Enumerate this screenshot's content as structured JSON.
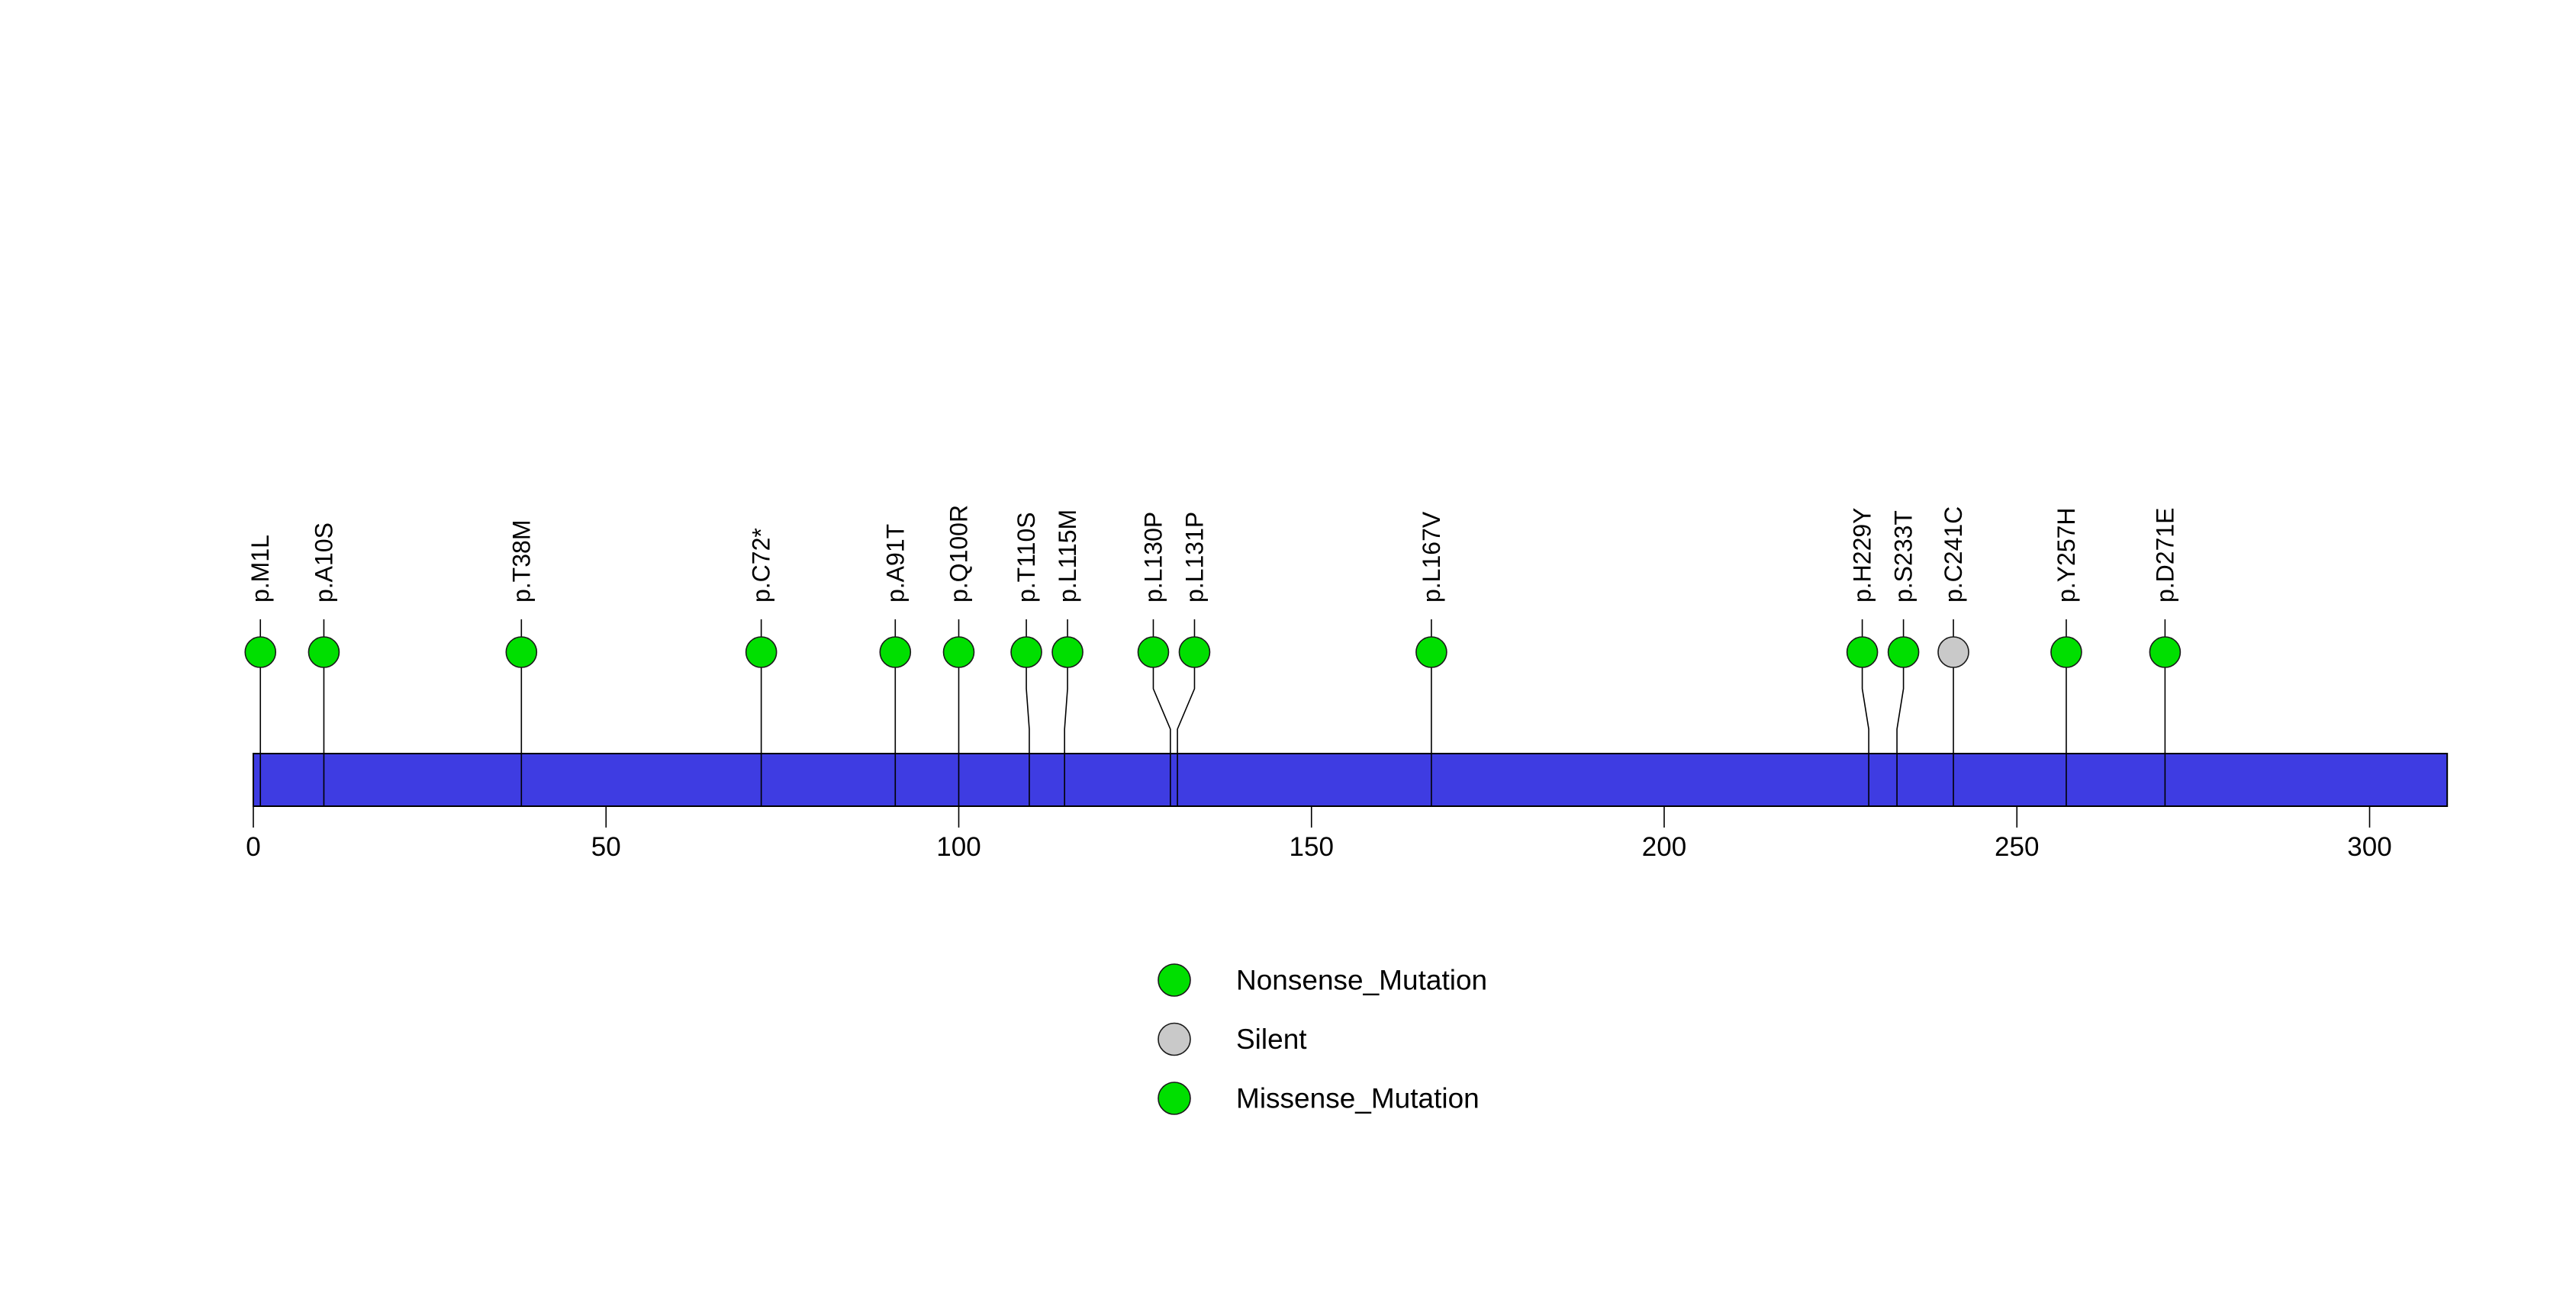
{
  "chart_data": {
    "type": "lollipop",
    "title": "",
    "xlabel": "",
    "ylabel": "",
    "axis": {
      "tick_values": [
        0,
        50,
        100,
        150,
        200,
        250,
        300
      ],
      "tick_labels": [
        "0",
        "50",
        "100",
        "150",
        "200",
        "250",
        "300"
      ],
      "min": 0,
      "max": 311,
      "grid": false
    },
    "protein_bar": {
      "start": 0,
      "end": 311,
      "fill_color": "#3E3CE2",
      "border_color": "#000000"
    },
    "mutations": [
      {
        "label": "p.M1L",
        "position": 1,
        "type": "Missense_Mutation",
        "color": "#00DF00"
      },
      {
        "label": "p.A10S",
        "position": 10,
        "type": "Missense_Mutation",
        "color": "#00DF00"
      },
      {
        "label": "p.T38M",
        "position": 38,
        "type": "Missense_Mutation",
        "color": "#00DF00"
      },
      {
        "label": "p.C72*",
        "position": 72,
        "type": "Nonsense_Mutation",
        "color": "#00DF00"
      },
      {
        "label": "p.A91T",
        "position": 91,
        "type": "Missense_Mutation",
        "color": "#00DF00"
      },
      {
        "label": "p.Q100R",
        "position": 100,
        "type": "Missense_Mutation",
        "color": "#00DF00"
      },
      {
        "label": "p.T110S",
        "position": 110,
        "type": "Missense_Mutation",
        "color": "#00DF00"
      },
      {
        "label": "p.L115M",
        "position": 115,
        "type": "Missense_Mutation",
        "color": "#00DF00"
      },
      {
        "label": "p.L130P",
        "position": 130,
        "type": "Missense_Mutation",
        "color": "#00DF00"
      },
      {
        "label": "p.L131P",
        "position": 131,
        "type": "Missense_Mutation",
        "color": "#00DF00"
      },
      {
        "label": "p.L167V",
        "position": 167,
        "type": "Missense_Mutation",
        "color": "#00DF00"
      },
      {
        "label": "p.H229Y",
        "position": 229,
        "type": "Missense_Mutation",
        "color": "#00DF00"
      },
      {
        "label": "p.S233T",
        "position": 233,
        "type": "Missense_Mutation",
        "color": "#00DF00"
      },
      {
        "label": "p.C241C",
        "position": 241,
        "type": "Silent",
        "color": "#C9C9C9"
      },
      {
        "label": "p.Y257H",
        "position": 257,
        "type": "Missense_Mutation",
        "color": "#00DF00"
      },
      {
        "label": "p.D271E",
        "position": 271,
        "type": "Missense_Mutation",
        "color": "#00DF00"
      }
    ],
    "legend": {
      "position": "bottom-center",
      "items": [
        {
          "label": "Nonsense_Mutation",
          "color": "#00DF00"
        },
        {
          "label": "Silent",
          "color": "#C9C9C9"
        },
        {
          "label": "Missense_Mutation",
          "color": "#00DF00"
        }
      ]
    },
    "colors": {
      "Missense_Mutation": "#00DF00",
      "Nonsense_Mutation": "#00DF00",
      "Silent": "#C9C9C9",
      "stem": "#000000",
      "background": "#FFFFFF"
    }
  }
}
